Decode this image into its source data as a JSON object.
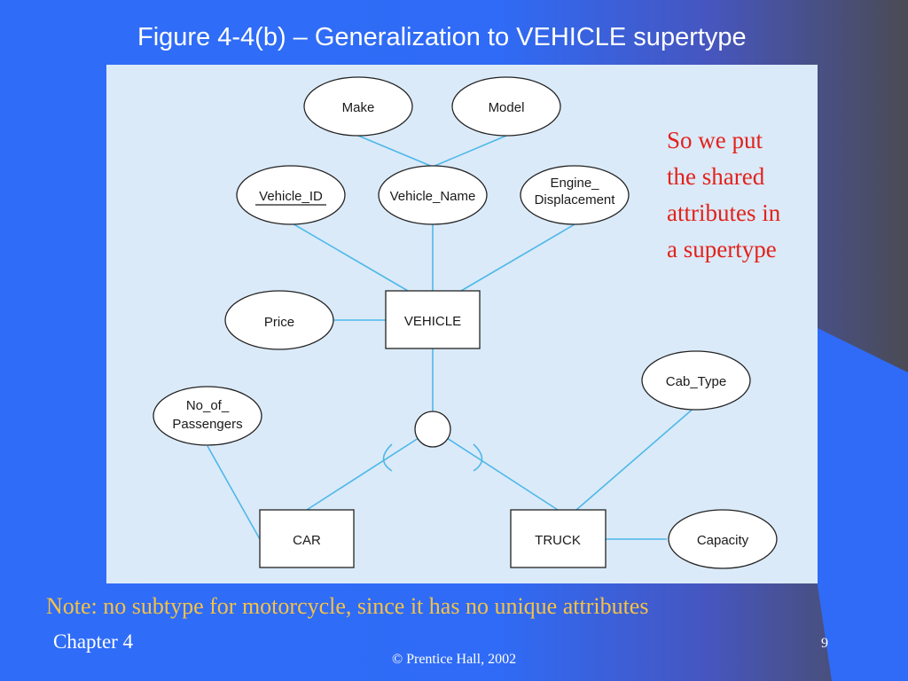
{
  "slide": {
    "title": "Figure 4-4(b) – Generalization to VEHICLE supertype",
    "callout_lines": [
      "So we put",
      "the shared",
      "attributes in",
      "a supertype"
    ],
    "note": "Note: no subtype for motorcycle, since it has no unique attributes",
    "chapter": "Chapter 4",
    "page_number": "9",
    "copyright": "© Prentice Hall, 2002"
  },
  "diagram": {
    "supertype": "VEHICLE",
    "subtypes": {
      "car": "CAR",
      "truck": "TRUCK"
    },
    "attributes": {
      "make": "Make",
      "model": "Model",
      "vehicle_id": "Vehicle_ID",
      "vehicle_name": "Vehicle_Name",
      "engine_displacement_1": "Engine_",
      "engine_displacement_2": "Displacement",
      "price": "Price",
      "no_of_passengers_1": "No_of_",
      "no_of_passengers_2": "Passengers",
      "cab_type": "Cab_Type",
      "capacity": "Capacity"
    }
  },
  "colors": {
    "connector": "#4db8ea",
    "panel": "#dbeaf8",
    "callout": "#e2221c",
    "note": "#f6c244"
  }
}
